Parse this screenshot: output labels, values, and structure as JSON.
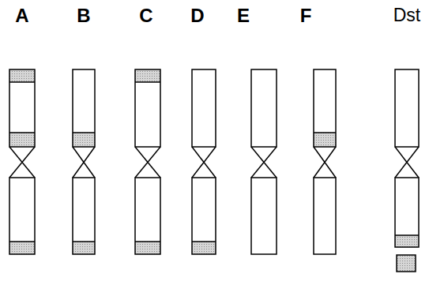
{
  "diagram": {
    "labels": [
      "A",
      "B",
      "C",
      "D",
      "E",
      "F",
      "Dst"
    ]
  }
}
